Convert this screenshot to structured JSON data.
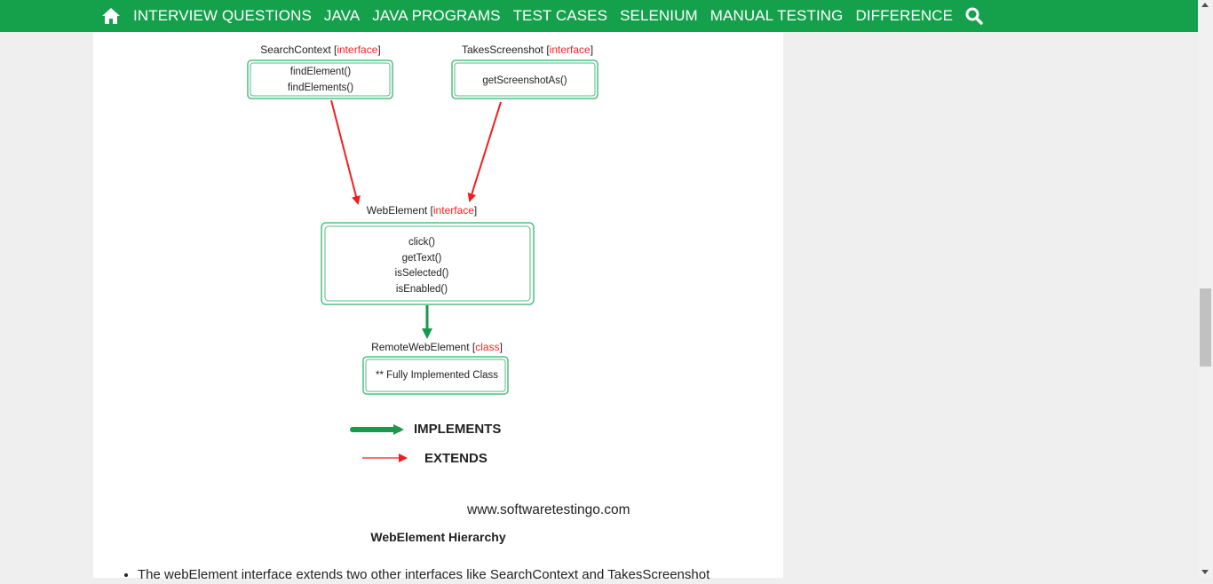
{
  "nav": {
    "items": [
      "INTERVIEW QUESTIONS",
      "JAVA",
      "JAVA PROGRAMS",
      "TEST CASES",
      "SELENIUM",
      "MANUAL TESTING",
      "DIFFERENCE"
    ]
  },
  "diagram": {
    "search_context": {
      "name": "SearchContext",
      "type": "interface",
      "methods": [
        "findElement()",
        "findElements()"
      ]
    },
    "takes_screenshot": {
      "name": "TakesScreenshot",
      "type": "interface",
      "methods": [
        "getScreenshotAs()"
      ]
    },
    "web_element": {
      "name": "WebElement",
      "type": "interface",
      "methods": [
        "click()",
        "getText()",
        "isSelected()",
        "isEnabled()"
      ]
    },
    "remote_web_element": {
      "name": "RemoteWebElement",
      "type": "class",
      "methods": [
        "** Fully Implemented Class"
      ]
    },
    "legend": {
      "implements": "IMPLEMENTS",
      "extends": "EXTENDS"
    },
    "watermark": "www.softwaretestingo.com",
    "colors": {
      "box_border": "#4fbf83",
      "extends_arrow": "#f01e1e",
      "implements_arrow": "#179a4b",
      "type_text": "#ff1f1f"
    }
  },
  "caption": "WebElement Hierarchy",
  "body": {
    "bullet": "The webElement interface extends two other interfaces like SearchContext and TakesScreenshot"
  }
}
